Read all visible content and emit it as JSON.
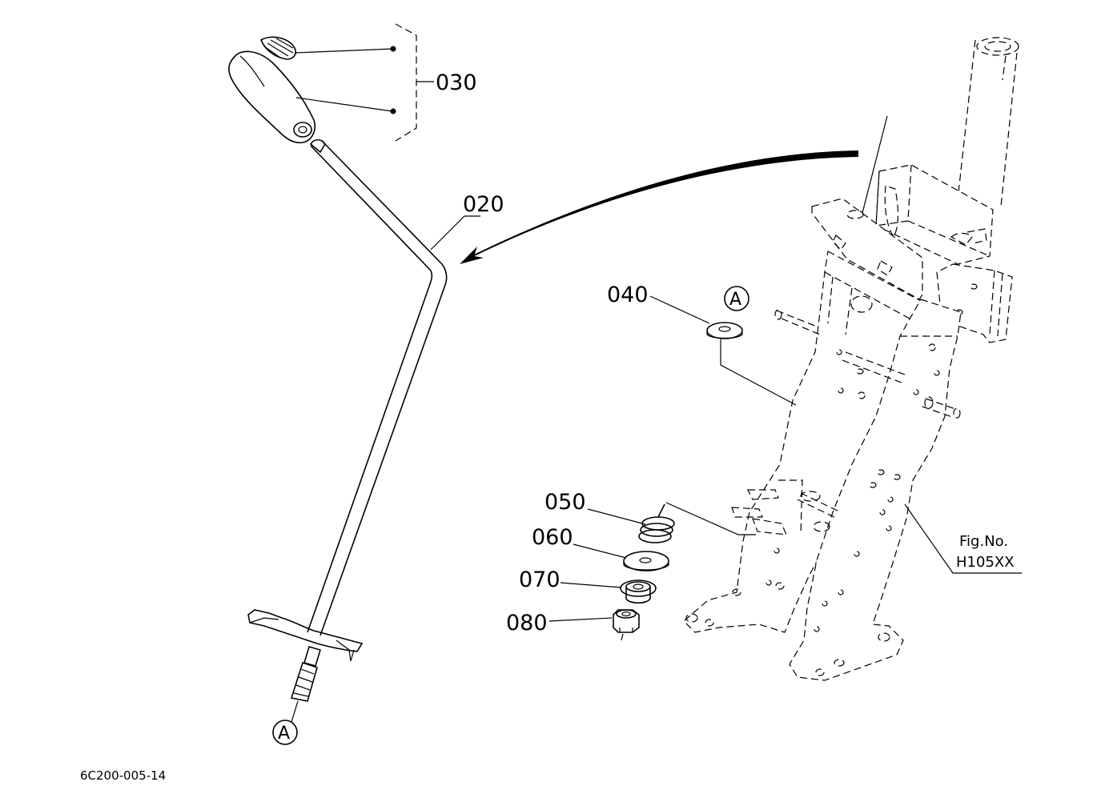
{
  "diagram": {
    "figure_code": "6C200-005-14",
    "fig_no_label": "Fig.No.",
    "fig_no_value": "H105XX",
    "reference_marker": "A",
    "parts": {
      "p020": "020",
      "p030": "030",
      "p040": "040",
      "p050": "050",
      "p060": "060",
      "p070": "070",
      "p080": "080"
    }
  }
}
